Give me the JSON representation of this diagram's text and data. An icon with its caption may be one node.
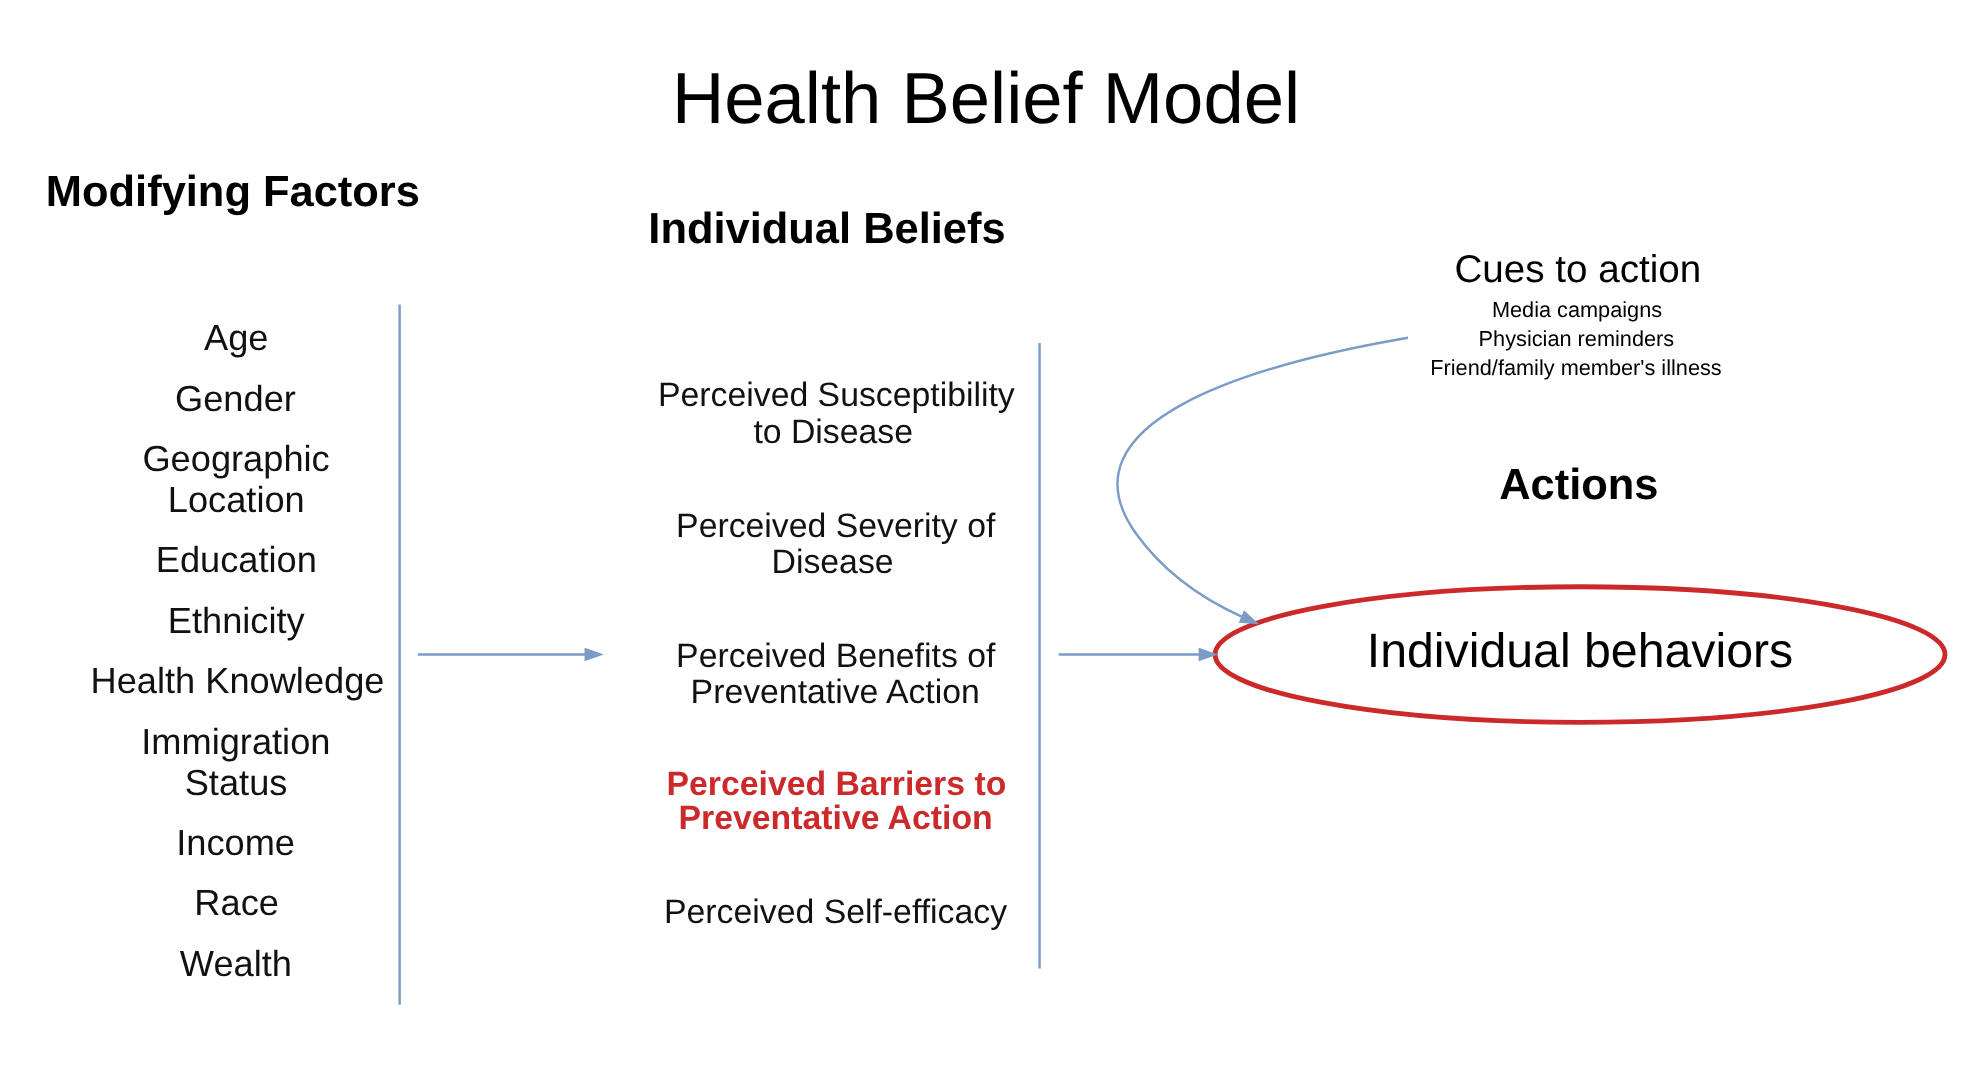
{
  "diagram": {
    "title": "Health Belief Model",
    "nodes": [
      {
        "text": [
          "Age",
          "Gender",
          "Geographic Location",
          "Education",
          "Ethnicity",
          "Health Knowledge",
          "Immigration Status",
          "Income",
          "Race",
          "Wealth"
        ]
      },
      {
        "text": [
          "Perceived Susceptibility to Disease",
          "Perceived Severity of Disease",
          "Perceived Benefits of Preventative Action",
          "Perceived Barriers to Preventative Action",
          "Perceived Self-efficacy"
        ]
      },
      {
        "text": [
          "Individual behaviors"
        ]
      },
      {
        "text": [
          "Cues to action",
          "Media campaigns",
          "Physician reminders",
          "Friend/family member's illness"
        ]
      }
    ],
    "edges": [
      {
        "from": 0,
        "to": 1,
        "arrow": "to"
      },
      {
        "from": 1,
        "to": 2,
        "arrow": "to"
      },
      {
        "from": 3,
        "to": 2,
        "arrow": "to"
      }
    ],
    "labels": [
      "Modifying Factors",
      "Individual Beliefs",
      "Actions"
    ]
  }
}
